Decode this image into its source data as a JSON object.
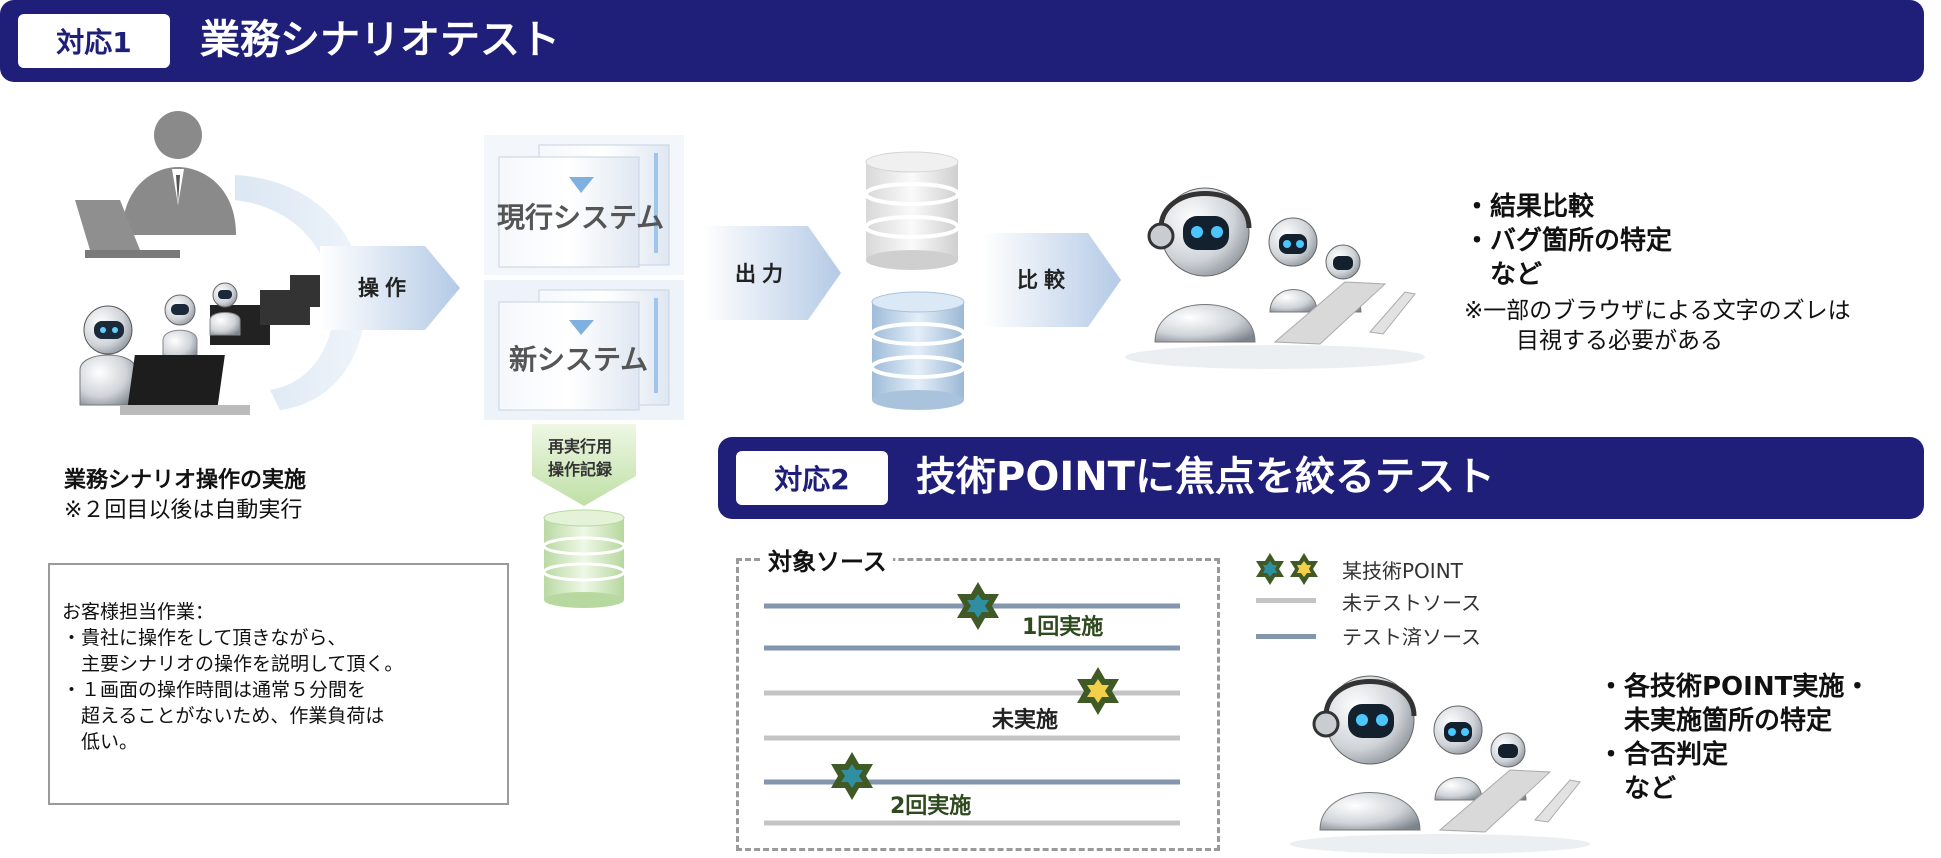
{
  "section1": {
    "tag": "対応1",
    "title": "業務シナリオテスト"
  },
  "section2": {
    "tag": "対応2",
    "title": "技術POINTに焦点を絞るテスト"
  },
  "operation": {
    "caption_title": "業務シナリオ操作の実施",
    "caption_note": "※２回目以後は自動実行",
    "arrow_label": "操作"
  },
  "customer_box": {
    "lines": [
      "お客様担当作業：",
      "・貴社に操作をして頂きながら、",
      "　主要シナリオの操作を説明して頂く。",
      "・１画面の操作時間は通常５分間を",
      "　超えることがないため、作業負荷は",
      "　低い。"
    ]
  },
  "systems": {
    "current": "現行システム",
    "new": "新システム"
  },
  "record_arrow": {
    "line1": "再実行用",
    "line2": "操作記録"
  },
  "output_arrow": "出力",
  "compare_arrow": "比較",
  "results": {
    "bullets": [
      "・結果比較",
      "・バグ箇所の特定",
      "　など"
    ],
    "note_line1": "※一部のブラウザによる文字のズレは",
    "note_line2": "目視する必要がある"
  },
  "source_box": {
    "title": "対象ソース",
    "labels": {
      "once": "1回実施",
      "not_done": "未実施",
      "twice": "2回実施"
    }
  },
  "legend": {
    "point": "某技術POINT",
    "untested": "未テストソース",
    "tested": "テスト済ソース"
  },
  "results2": {
    "bullets": [
      "・各技術POINT実施・",
      "　未実施箇所の特定",
      "・合否判定",
      "　など"
    ]
  },
  "colors": {
    "navy": "#1f1f7a",
    "tested_line": "#8296ad",
    "untested_line": "#c4c4c4",
    "star_dark": "#3f5a25",
    "star_teal": "#2f8ea0",
    "star_yellow": "#f3cf4a",
    "arrow_blue": "#b7cbe6",
    "arrow_green": "#cfe6b8"
  }
}
